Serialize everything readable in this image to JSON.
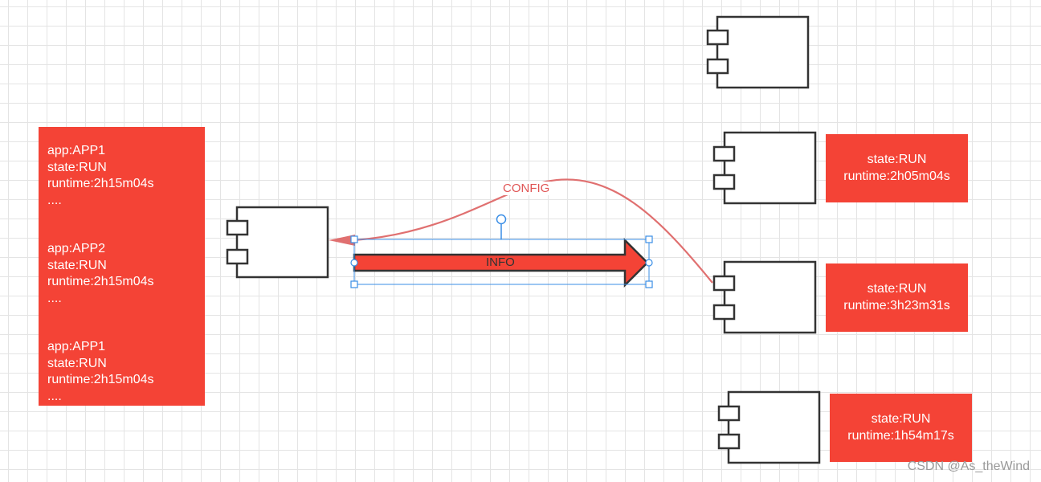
{
  "left_note": {
    "apps": [
      {
        "app": "app:APP1",
        "state": "state:RUN",
        "runtime": "runtime:2h15m04s",
        "more": "...."
      },
      {
        "app": "app:APP2",
        "state": "state:RUN",
        "runtime": "runtime:2h15m04s",
        "more": "...."
      },
      {
        "app": "app:APP1",
        "state": "state:RUN",
        "runtime": "runtime:2h15m04s",
        "more": "...."
      }
    ]
  },
  "right_notes": [
    {
      "state": "state:RUN",
      "runtime": "runtime:2h05m04s"
    },
    {
      "state": "state:RUN",
      "runtime": "runtime:3h23m31s"
    },
    {
      "state": "state:RUN",
      "runtime": "runtime:1h54m17s"
    }
  ],
  "connectors": {
    "config_label": "CONFIG",
    "info_label": "INFO"
  },
  "watermark": "CSDN @As_theWind",
  "colors": {
    "note_fill": "#f44336",
    "config_line": "#e07070",
    "info_arrow": "#f44336",
    "selection": "#3a8ee6",
    "grid": "#e4e4e4"
  }
}
